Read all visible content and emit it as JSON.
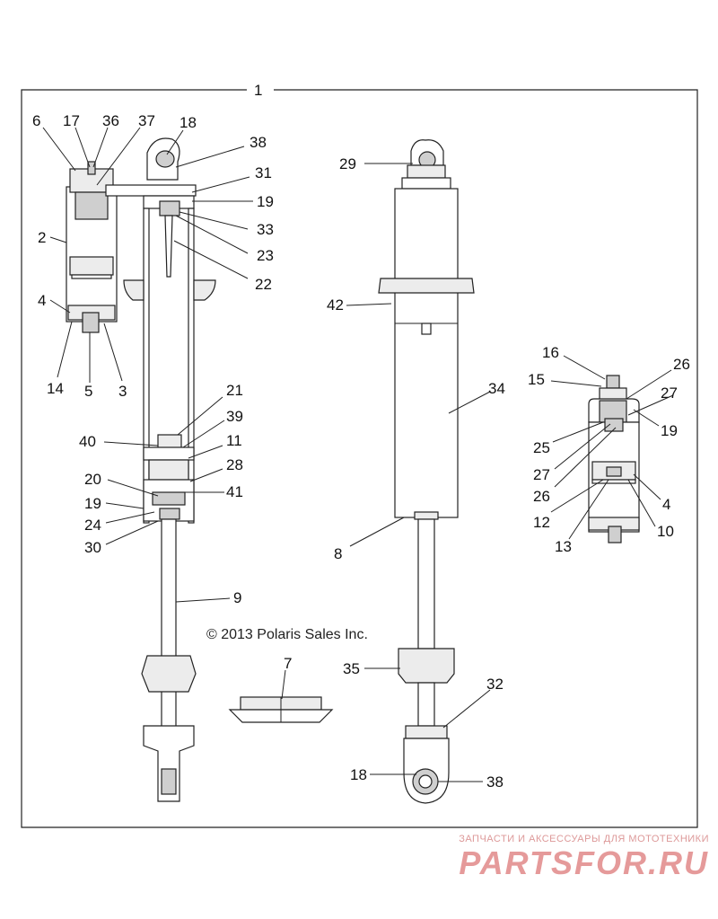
{
  "diagram": {
    "assembly_label": "1",
    "copyright": "© 2013 Polaris Sales Inc.",
    "callouts": {
      "c6": "6",
      "c17": "17",
      "c36": "36",
      "c37": "37",
      "c18a": "18",
      "c38a": "38",
      "c31": "31",
      "c19a": "19",
      "c33": "33",
      "c23": "23",
      "c22": "22",
      "c2": "2",
      "c4a": "4",
      "c14": "14",
      "c5": "5",
      "c3": "3",
      "c21": "21",
      "c39": "39",
      "c40": "40",
      "c11": "11",
      "c28": "28",
      "c20": "20",
      "c41": "41",
      "c19b": "19",
      "c24": "24",
      "c30": "30",
      "c9": "9",
      "c29": "29",
      "c42": "42",
      "c34": "34",
      "c8": "8",
      "c7": "7",
      "c35": "35",
      "c32": "32",
      "c18b": "18",
      "c38b": "38",
      "c16": "16",
      "c26a": "26",
      "c15": "15",
      "c27a": "27",
      "c19c": "19",
      "c25": "25",
      "c27b": "27",
      "c26b": "26",
      "c4b": "4",
      "c12": "12",
      "c10": "10",
      "c13": "13"
    }
  },
  "watermark": {
    "caption": "ЗАПЧАСТИ И АКСЕССУАРЫ ДЛЯ МОТОТЕХНИКИ",
    "brand": "PARTSFOR.RU"
  }
}
